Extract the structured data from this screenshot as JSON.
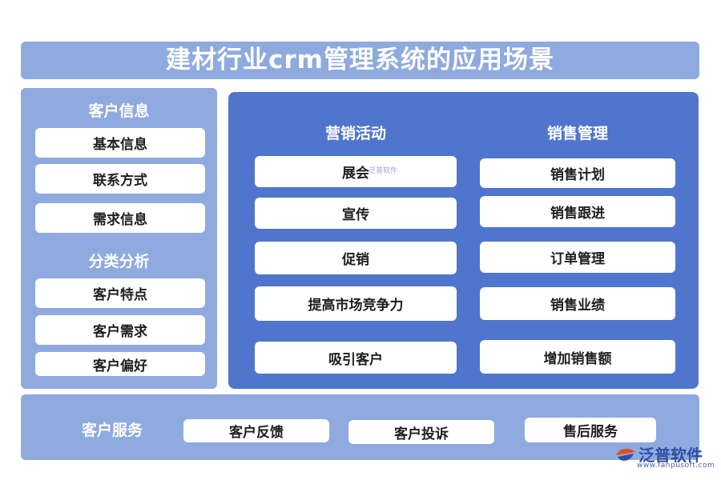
{
  "title": "建材行业crm管理系统的应用场景",
  "customer_info": {
    "heading": "客户信息",
    "items": [
      "基本信息",
      "联系方式",
      "需求信息"
    ]
  },
  "classification": {
    "heading": "分类分析",
    "items": [
      "客户特点",
      "客户需求",
      "客户偏好"
    ]
  },
  "marketing": {
    "heading": "营销活动",
    "items": [
      "展会",
      "宣传",
      "促销",
      "提高市场竞争力",
      "吸引客户"
    ]
  },
  "sales": {
    "heading": "销售管理",
    "items": [
      "销售计划",
      "销售跟进",
      "订单管理",
      "销售业绩",
      "增加销售额"
    ]
  },
  "service": {
    "heading": "客户服务",
    "items": [
      "客户反馈",
      "客户投诉",
      "售后服务"
    ]
  },
  "watermark": {
    "inline": "泛普软件",
    "brand": "泛普软件",
    "url": "www.fanpusoft.com"
  }
}
